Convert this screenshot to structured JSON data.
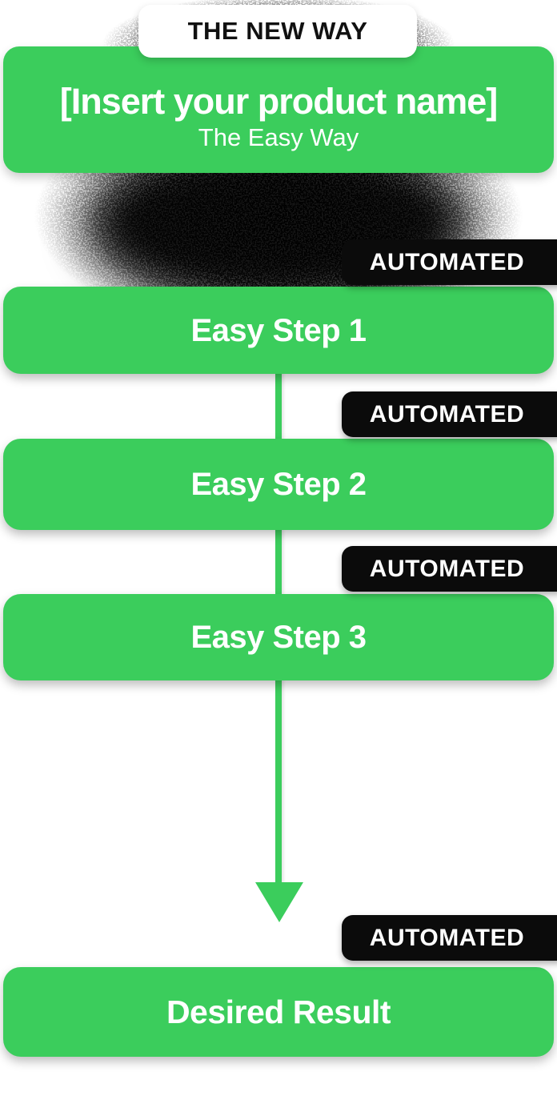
{
  "colors": {
    "green": "#3BCD5C",
    "badge_bg": "#0B0B0B",
    "pill_bg": "#FFFFFF",
    "text_light": "#FFFFFF",
    "text_dark": "#111111"
  },
  "header": {
    "pill_label": "THE NEW WAY",
    "title": "[Insert your product name]",
    "subtitle": "The Easy Way"
  },
  "automated_badges": [
    {
      "label": "AUTOMATED"
    },
    {
      "label": "AUTOMATED"
    },
    {
      "label": "AUTOMATED"
    },
    {
      "label": "AUTOMATED"
    }
  ],
  "steps": [
    {
      "label": "Easy Step 1"
    },
    {
      "label": "Easy Step 2"
    },
    {
      "label": "Easy Step 3"
    }
  ],
  "result": {
    "label": "Desired Result"
  },
  "icons": {
    "arrow_down": "green-down-arrow",
    "noise": "ink-blob-noise-texture"
  }
}
